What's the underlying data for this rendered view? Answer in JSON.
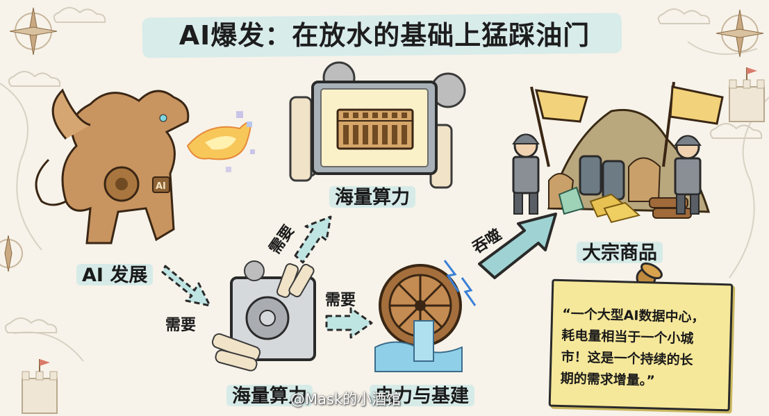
{
  "title": "AI爆发：在放水的基础上猛踩油门",
  "nodes": {
    "ai": "AI 发展",
    "compute_top": "海量算力",
    "compute_mid": "海量算力",
    "power": "电力与基建",
    "commodities": "大宗商品"
  },
  "edges": {
    "ai_to_compute": "需要",
    "compute_to_compute_top": "需要",
    "compute_to_power": "需要",
    "power_to_commodities": "吞噬"
  },
  "note": {
    "lines": [
      "“一个大型AI数据中心，",
      "耗电量相当于一个小城",
      "市！这是一个持续的长",
      "期的需求增量。”"
    ]
  },
  "watermark": "@Mask的小酒馆",
  "icons": {
    "dragon": "mechanical-dragon-icon",
    "abacus": "abacus-icon",
    "gears": "gear-icon",
    "waterwheel": "waterwheel-icon",
    "soldiers": "soldier-icon",
    "compass": "compass-icon",
    "pushpin": "pushpin-icon",
    "castle": "castle-icon"
  },
  "colors": {
    "background": "#f7f3ea",
    "band": "#d6ebe8",
    "note": "#f6e89a",
    "wood": "#b07a45",
    "arrow": "#9fd3d3"
  }
}
